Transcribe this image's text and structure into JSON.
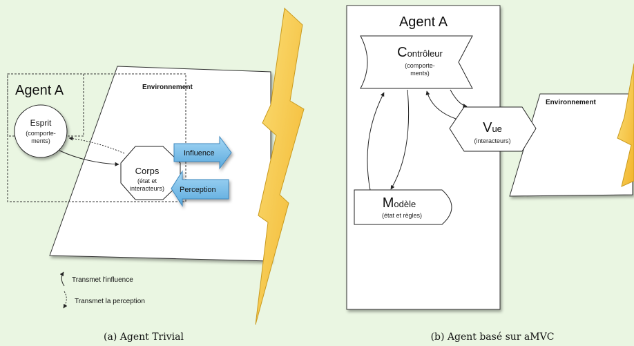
{
  "figure_a": {
    "agent_label": "Agent A",
    "environment_label": "Environnement",
    "esprit": {
      "title": "Esprit",
      "l1": "(comporte-",
      "l2": "ments)"
    },
    "corps": {
      "title": "Corps",
      "l1": "(état et",
      "l2": "interacteurs)"
    },
    "influence": "Influence",
    "perception": "Perception",
    "legend_influence": "Transmet l'influence",
    "legend_perception": "Transmet la perception",
    "caption": "(a) Agent Trivial"
  },
  "figure_b": {
    "agent_label": "Agent A",
    "controleur": {
      "initial": "C",
      "rest": "ontrôleur",
      "l1": "(comporte-",
      "l2": "ments)"
    },
    "vue": {
      "initial": "V",
      "rest": "ue",
      "l1": "(interacteurs)"
    },
    "modele": {
      "initial": "M",
      "rest": "odèle",
      "l1": "(état et règles)"
    },
    "environment_label": "Environnement",
    "caption": "(b) Agent basé sur aMVC"
  },
  "colors": {
    "background": "#eaf6e2",
    "lightning_fill": "#f6c43a",
    "lightning_stroke": "#c99a1e",
    "arrow_fill": "#7ec3ec",
    "arrow_stroke": "#3e88bf"
  }
}
